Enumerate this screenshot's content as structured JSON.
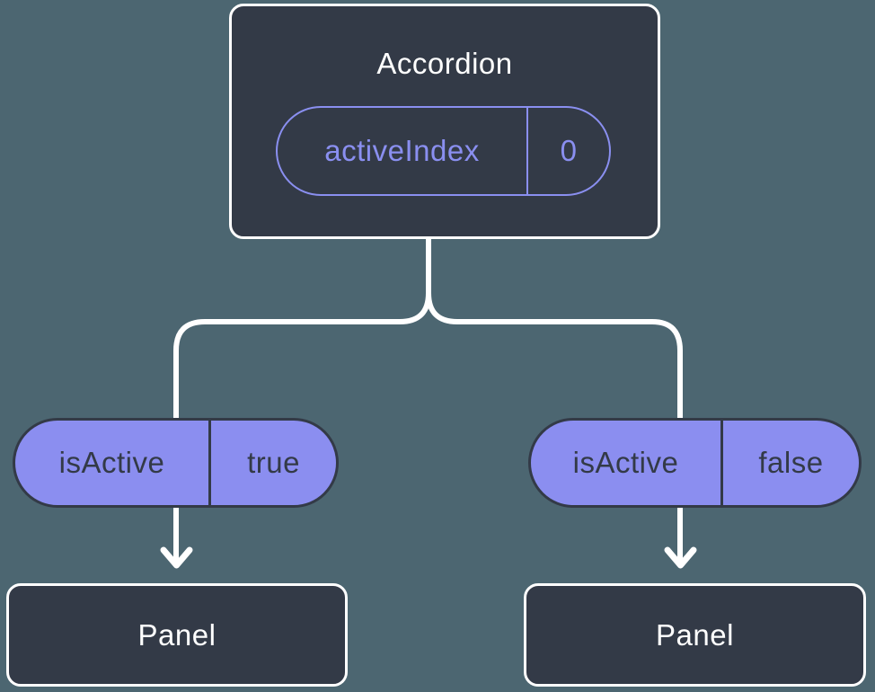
{
  "tree": {
    "root": {
      "title": "Accordion",
      "state": {
        "name": "activeIndex",
        "value": "0"
      }
    },
    "branches": [
      {
        "prop": {
          "name": "isActive",
          "value": "true"
        },
        "child": {
          "title": "Panel"
        }
      },
      {
        "prop": {
          "name": "isActive",
          "value": "false"
        },
        "child": {
          "title": "Panel"
        }
      }
    ]
  },
  "colors": {
    "background": "#4C6671",
    "node_fill": "#333A47",
    "node_border": "#FFFFFF",
    "pill_fill": "#8B8EF0",
    "pill_accent": "#8A8FF0",
    "pill_dark_text": "#333A47",
    "connector": "#FFFFFF"
  },
  "icons": {
    "left_arrow": "arrow-down",
    "right_arrow": "arrow-down"
  }
}
